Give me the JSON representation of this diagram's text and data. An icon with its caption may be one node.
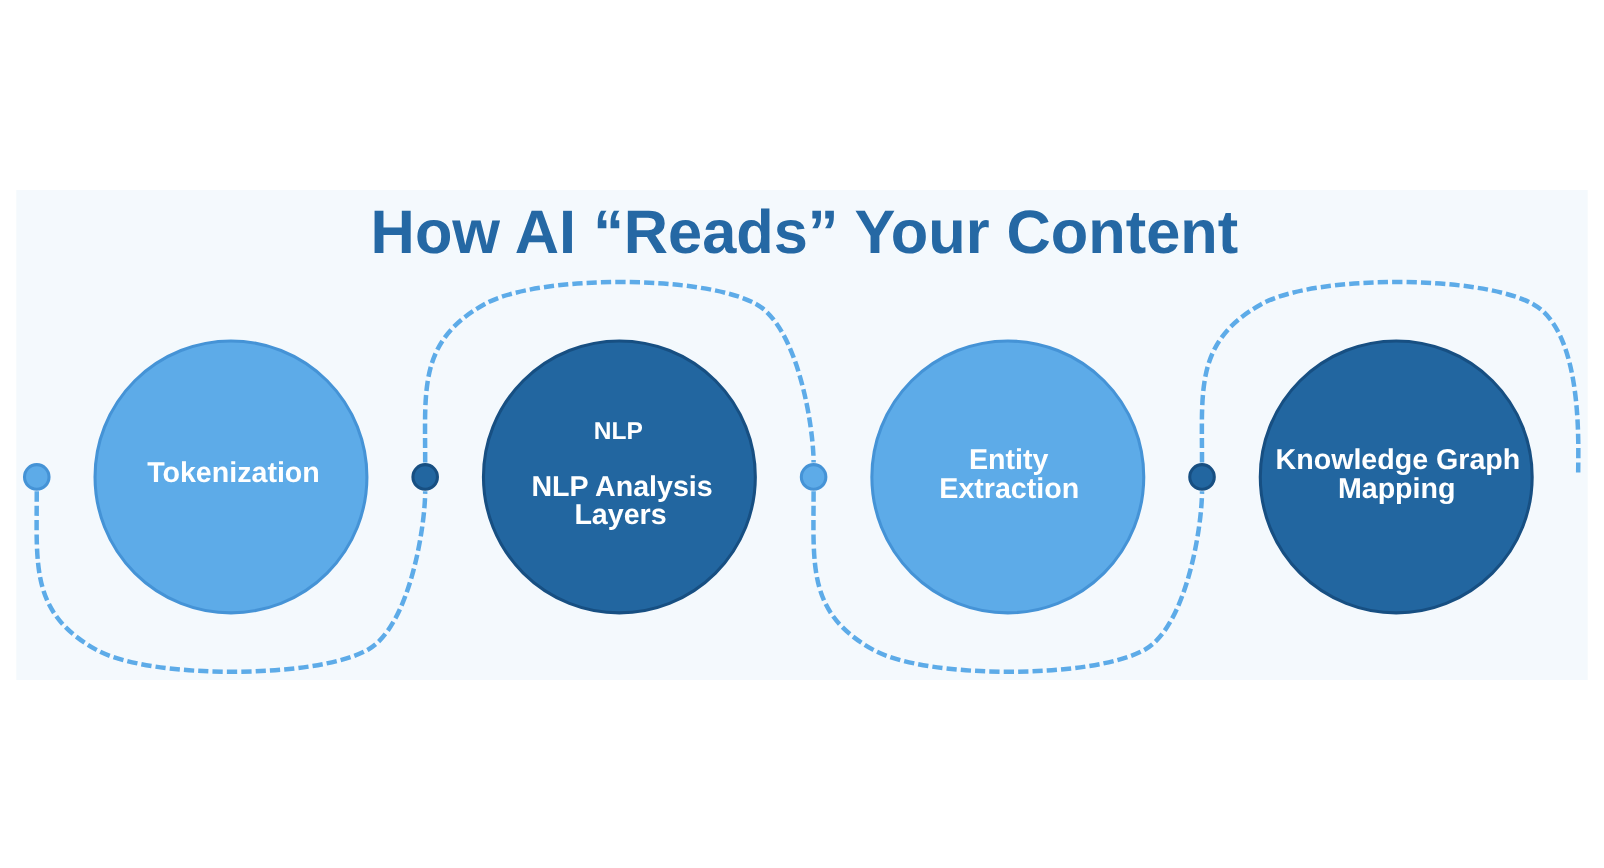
{
  "diagram": {
    "title": "How AI “Reads” Your Content",
    "nodes": [
      {
        "text": [],
        "shape": "circle"
      },
      {
        "text": [
          "Tokenization"
        ]
      },
      {
        "text": [],
        "shape": "circle"
      },
      {
        "text": [
          "NLP",
          "NLP Analysis Layers"
        ]
      },
      {
        "text": [],
        "shape": "circle"
      },
      {
        "text": [
          "Entity Extraction"
        ]
      },
      {
        "text": [],
        "shape": "circle"
      },
      {
        "text": [
          "Knowledge Graph Mapping"
        ]
      }
    ],
    "edges": [
      {
        "from": 0,
        "to": 2,
        "arrow": "none",
        "style": "dashed"
      },
      {
        "from": 2,
        "to": 4,
        "arrow": "none",
        "style": "dashed"
      },
      {
        "from": 4,
        "to": 6,
        "arrow": "none",
        "style": "dashed"
      },
      {
        "from": 6,
        "to": null,
        "arrow": "none",
        "style": "dashed"
      }
    ]
  }
}
